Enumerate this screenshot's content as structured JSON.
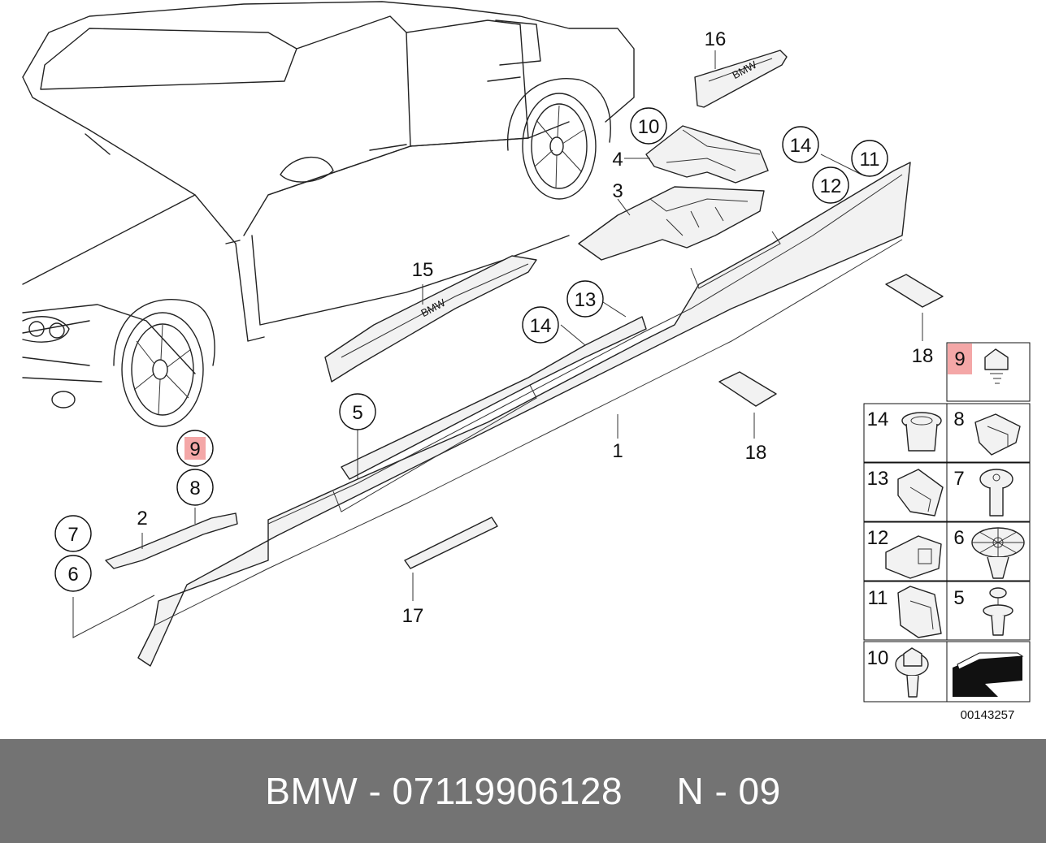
{
  "diagram": {
    "callouts": [
      {
        "id": "c16",
        "label": "16"
      },
      {
        "id": "c10",
        "label": "10"
      },
      {
        "id": "c4",
        "label": "4"
      },
      {
        "id": "c3",
        "label": "3"
      },
      {
        "id": "c14a",
        "label": "14"
      },
      {
        "id": "c11",
        "label": "11"
      },
      {
        "id": "c12",
        "label": "12"
      },
      {
        "id": "c15",
        "label": "15"
      },
      {
        "id": "c13",
        "label": "13"
      },
      {
        "id": "c14b",
        "label": "14"
      },
      {
        "id": "c5",
        "label": "5"
      },
      {
        "id": "c1",
        "label": "1"
      },
      {
        "id": "c9",
        "label": "9"
      },
      {
        "id": "c8",
        "label": "8"
      },
      {
        "id": "c2",
        "label": "2"
      },
      {
        "id": "c7",
        "label": "7"
      },
      {
        "id": "c6",
        "label": "6"
      },
      {
        "id": "c17",
        "label": "17"
      },
      {
        "id": "c18a",
        "label": "18"
      },
      {
        "id": "c18b",
        "label": "18"
      }
    ],
    "badge_text": "BMW",
    "diagram_number": "00143257",
    "highlight_color": "#f4a7a7",
    "legend_grid": [
      {
        "left": "",
        "right": "9"
      },
      {
        "left": "14",
        "right": "8"
      },
      {
        "left": "13",
        "right": "7"
      },
      {
        "left": "12",
        "right": "6"
      },
      {
        "left": "11",
        "right": "5"
      },
      {
        "left": "10",
        "right": "arrow-icon"
      }
    ]
  },
  "footer": {
    "brand": "BMW",
    "part_number": "07119906128",
    "ref": "N - 09",
    "text": "BMW - 07119906128     N - 09",
    "background": "#737373"
  }
}
